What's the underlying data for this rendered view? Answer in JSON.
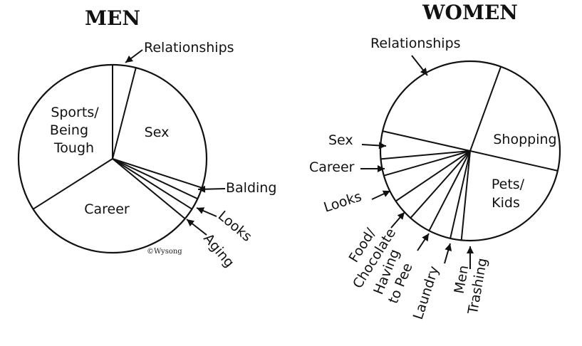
{
  "credit": "©Wysong",
  "chart_data": [
    {
      "type": "pie",
      "title": "MEN",
      "slices": [
        {
          "label": "Relationships",
          "value": 4
        },
        {
          "label": "Sex",
          "value": 26
        },
        {
          "label": "Balding",
          "value": 2
        },
        {
          "label": "Looks",
          "value": 2
        },
        {
          "label": "Aging",
          "value": 2
        },
        {
          "label": "Career",
          "value": 30
        },
        {
          "label": "Sports/ Being Tough",
          "value": 34
        }
      ]
    },
    {
      "type": "pie",
      "title": "WOMEN",
      "slices": [
        {
          "label": "Shopping",
          "value": 23
        },
        {
          "label": "Pets/ Kids",
          "value": 23
        },
        {
          "label": "Men Trashing",
          "value": 2
        },
        {
          "label": "Laundry",
          "value": 4
        },
        {
          "label": "Having to Pee",
          "value": 4
        },
        {
          "label": "Food/ Chocolate",
          "value": 4
        },
        {
          "label": "Looks",
          "value": 5
        },
        {
          "label": "Career",
          "value": 3
        },
        {
          "label": "Sex",
          "value": 5
        },
        {
          "label": "Relationships",
          "value": 27
        }
      ]
    }
  ]
}
